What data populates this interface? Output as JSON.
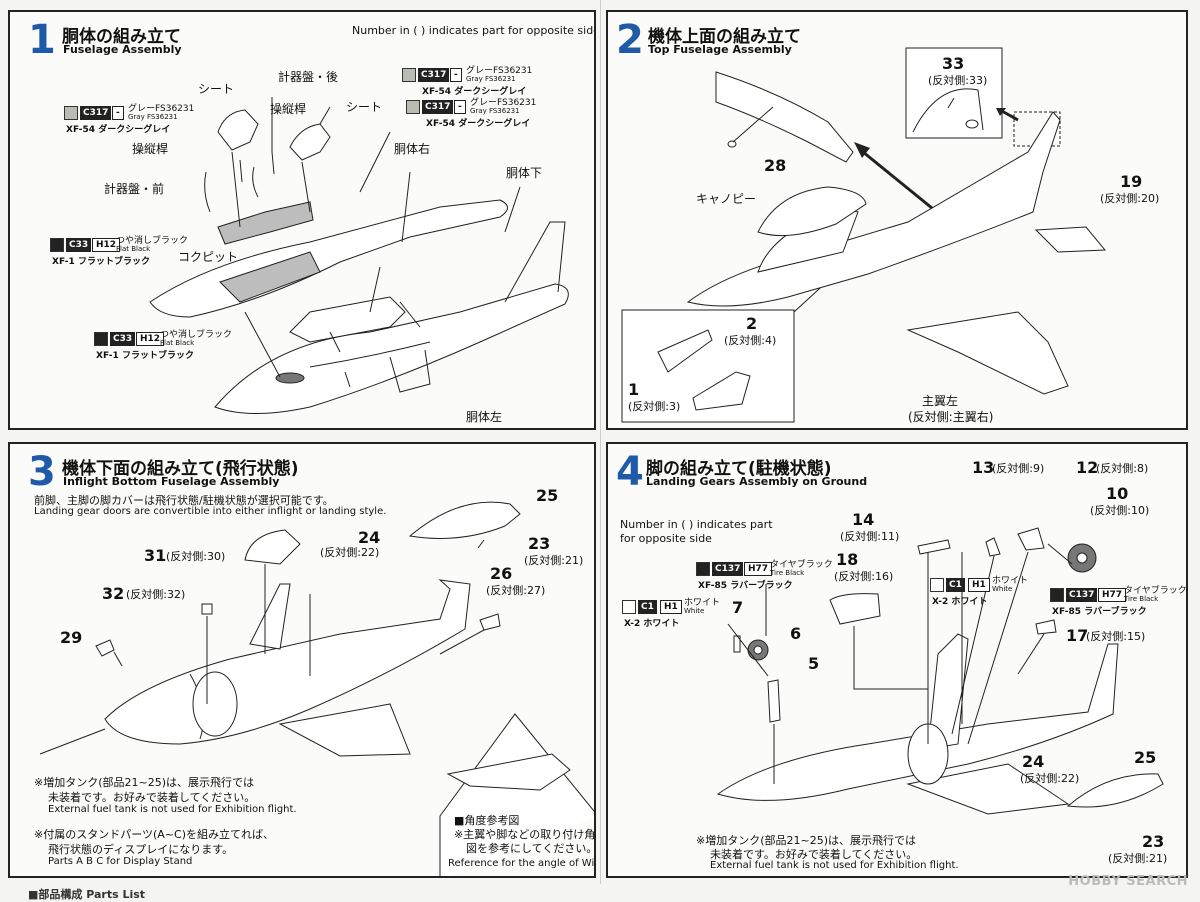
{
  "step1": {
    "number": "1",
    "title_jp": "胴体の組み立て",
    "title_en": "Fuselage Assembly",
    "note": "Number in ( ) indicates part for opposite side",
    "labels": {
      "seat_a": "シート",
      "panel_rear": "計器盤・後",
      "stick_a": "操縦桿",
      "seat_b": "シート",
      "stick_b": "操縦桿",
      "panel_front": "計器盤・前",
      "fuselage_right": "胴体右",
      "fuselage_bottom": "胴体下",
      "cockpit": "コクピット",
      "fuselage_left": "胴体左"
    },
    "paints": [
      {
        "code": "C317",
        "code2": "-",
        "jp": "グレーFS36231",
        "en": "Gray FS36231",
        "xf": "XF-54 ダークシーグレイ",
        "color": "#b9bcb2"
      },
      {
        "code": "C317",
        "code2": "-",
        "jp": "グレーFS36231",
        "en": "Gray FS36231",
        "xf": "XF-54 ダークシーグレイ",
        "color": "#b9bcb2"
      },
      {
        "code": "C317",
        "code2": "-",
        "jp": "グレーFS36231",
        "en": "Gray FS36231",
        "xf": "XF-54 ダークシーグレイ",
        "color": "#b9bcb2"
      },
      {
        "code": "C33",
        "code2": "H12",
        "jp": "つや消しブラック",
        "en": "Flat Black",
        "xf": "XF-1 フラットブラック",
        "color": "#222222"
      },
      {
        "code": "C33",
        "code2": "H12",
        "jp": "つや消しブラック",
        "en": "Flat Black",
        "xf": "XF-1 フラットブラック",
        "color": "#222222"
      }
    ]
  },
  "step2": {
    "number": "2",
    "title_jp": "機体上面の組み立て",
    "title_en": "Top Fuselage Assembly",
    "labels": {
      "p33": "33",
      "p33_opp": "(反対側:33)",
      "p28": "28",
      "canopy": "キャノピー",
      "p19": "19",
      "p19_opp": "(反対側:20)",
      "p2": "2",
      "p2_opp": "(反対側:4)",
      "p1": "1",
      "p1_opp": "(反対側:3)",
      "main_wing": "主翼左",
      "main_wing_opp": "(反対側:主翼右)"
    }
  },
  "step3": {
    "number": "3",
    "title_jp": "機体下面の組み立て(飛行状態)",
    "title_en": "Inflight Bottom Fuselage Assembly",
    "sub_jp": "前脚、主脚の脚カバーは飛行状態/駐機状態が選択可能です。",
    "sub_en": "Landing gear doors are convertible into either inflight or landing style.",
    "labels": {
      "p25": "25",
      "p24": "24",
      "p24_opp": "(反対側:22)",
      "p23": "23",
      "p23_opp": "(反対側:21)",
      "p31": "31",
      "p31_opp": "(反対側:30)",
      "p32": "32",
      "p32_opp": "(反対側:32)",
      "p26": "26",
      "p26_opp": "(反対側:27)",
      "p29": "29"
    },
    "note1_jp1": "※増加タンク(部品21~25)は、展示飛行では",
    "note1_jp2": "未装着です。お好みで装着してください。",
    "note1_en": "External fuel tank is not used for Exhibition flight.",
    "note2_jp1": "※付属のスタンドパーツ(A~C)を組み立てれば、",
    "note2_jp2": "飛行状態のディスプレイになります。",
    "note2_en": "Parts A B C for Display Stand",
    "angle_title": "■角度参考図",
    "angle_jp1": "※主翼や脚などの取り付け角度は",
    "angle_jp2": "図を参考にしてください。",
    "angle_en": "Reference for the angle of Wings and Gears."
  },
  "step4": {
    "number": "4",
    "title_jp": "脚の組み立て(駐機状態)",
    "title_en": "Landing Gears Assembly on Ground",
    "note_line1": "Number in ( ) indicates part",
    "note_line2": "for opposite side",
    "labels": {
      "p13": "13",
      "p13_opp": "(反対側:9)",
      "p12": "12",
      "p12_opp": "(反対側:8)",
      "p10": "10",
      "p10_opp": "(反対側:10)",
      "p14": "14",
      "p14_opp": "(反対側:11)",
      "p18": "18",
      "p18_opp": "(反対側:16)",
      "p17": "17",
      "p17_opp": "(反対側:15)",
      "p7": "7",
      "p6": "6",
      "p5": "5",
      "p24": "24",
      "p24_opp": "(反対側:22)",
      "p25": "25",
      "p23": "23",
      "p23_opp": "(反対側:21)"
    },
    "paints": [
      {
        "code": "C137",
        "code2": "H77",
        "jp": "タイヤブラック",
        "en": "Tire Black",
        "xf": "XF-85 ラバーブラック",
        "color": "#222222"
      },
      {
        "code": "C1",
        "code2": "H1",
        "jp": "ホワイト",
        "en": "White",
        "xf": "X-2 ホワイト",
        "color": "#ffffff"
      },
      {
        "code": "C1",
        "code2": "H1",
        "jp": "ホワイト",
        "en": "White",
        "xf": "X-2 ホワイト",
        "color": "#ffffff"
      },
      {
        "code": "C137",
        "code2": "H77",
        "jp": "タイヤブラック",
        "en": "Tire Black",
        "xf": "XF-85 ラバーブラック",
        "color": "#222222"
      }
    ],
    "note_jp1": "※増加タンク(部品21~25)は、展示飛行では",
    "note_jp2": "未装着です。お好みで装着してください。",
    "note_en": "External fuel tank is not used for Exhibition flight."
  },
  "footer": {
    "title": "■部品構成 Parts List",
    "watermark": "HOBBY SEARCH"
  },
  "colors": {
    "accent": "#1f5aa8"
  }
}
